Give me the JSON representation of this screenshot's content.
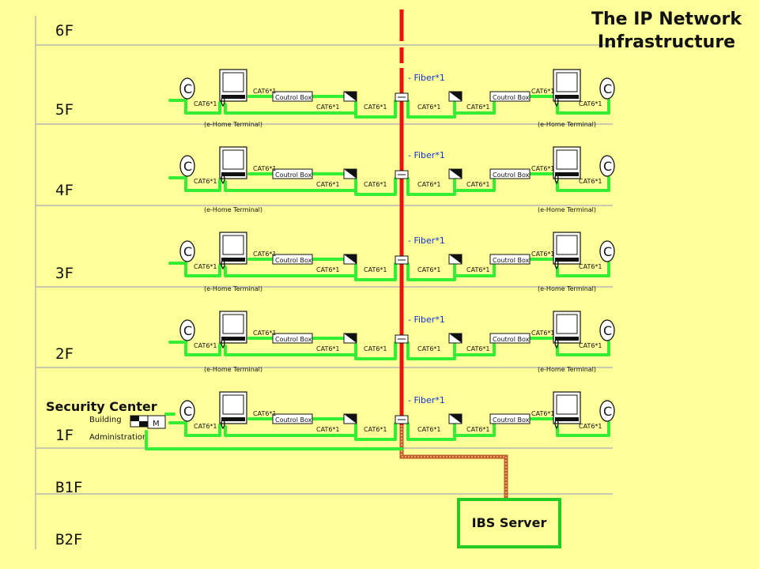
{
  "title": {
    "line1": "The IP Network",
    "line2": "Infrastructure"
  },
  "security_center": "Security Center",
  "server": "IBS Server",
  "floors": [
    "6F",
    "5F",
    "4F",
    "3F",
    "2F",
    "1F",
    "B1F",
    "B2F"
  ],
  "labels": {
    "fiber": "Fiber*1",
    "control_box": "Coutrol Box",
    "terminal": "(e-Home Terminal)",
    "cat6": "CAT6*1",
    "building": "Building",
    "administration": "Administration",
    "m_box": "M"
  },
  "colors": {
    "background": "#ffff99",
    "fiber_line": "#ee1111",
    "cat6_line": "#33ee33",
    "server_border": "#22cc22",
    "fiber_label": "#1133dd",
    "riser_trunk": "#c05a2a"
  }
}
